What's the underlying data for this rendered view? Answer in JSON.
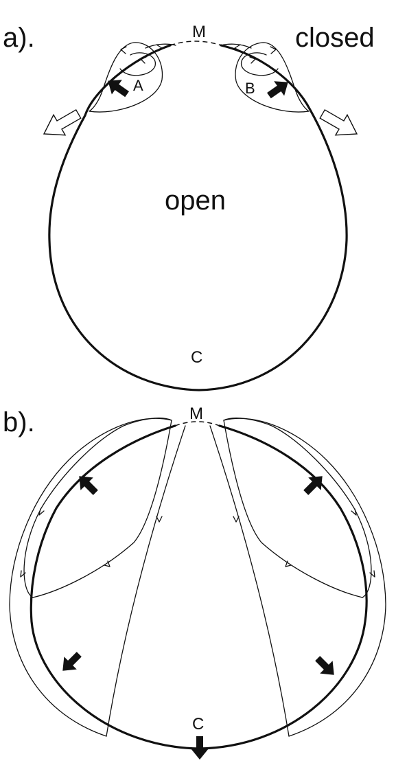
{
  "panel_a": {
    "label": "a).",
    "noon_label": "M",
    "midnight_label": "C",
    "region_closed": "closed",
    "region_open": "open",
    "cell_left": "A",
    "cell_right": "B"
  },
  "panel_b": {
    "label": "b).",
    "noon_label": "M",
    "midnight_label": "C"
  }
}
